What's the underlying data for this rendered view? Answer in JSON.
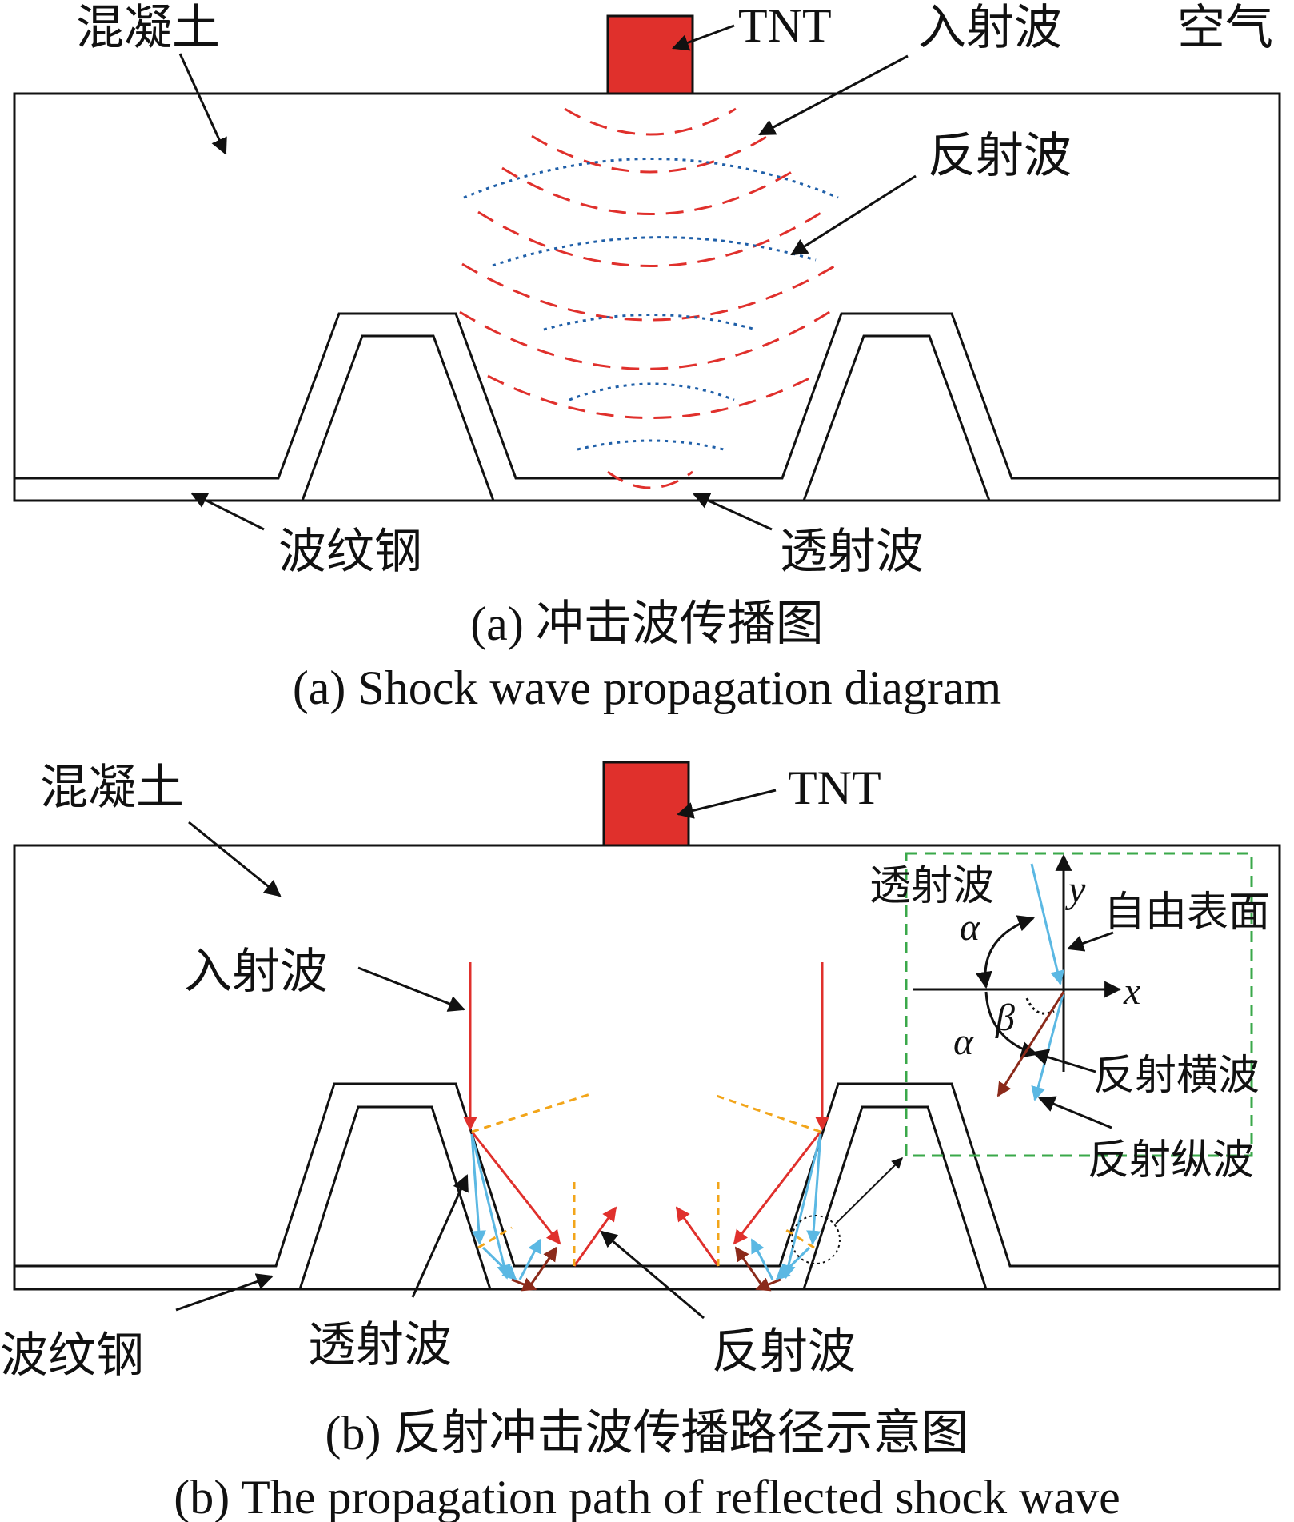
{
  "panel_a": {
    "labels": {
      "concrete": "混凝土",
      "tnt": "TNT",
      "incident_wave": "入射波",
      "air": "空气",
      "reflected_wave": "反射波",
      "corrugated_steel": "波纹钢",
      "transmitted_wave": "透射波"
    },
    "caption_cn": "(a)  冲击波传播图",
    "caption_en": "(a)  Shock wave propagation diagram"
  },
  "panel_b": {
    "labels": {
      "concrete": "混凝土",
      "tnt": "TNT",
      "incident_wave": "入射波",
      "corrugated_steel": "波纹钢",
      "transmitted_wave": "透射波",
      "reflected_wave": "反射波"
    },
    "inset": {
      "transmitted_wave": "透射波",
      "free_surface": "自由表面",
      "axis_y": "y",
      "axis_x": "x",
      "alpha_top": "α",
      "alpha_bottom": "α",
      "beta": "β",
      "reflected_shear_wave": "反射横波",
      "reflected_longitudinal_wave": "反射纵波"
    },
    "caption_cn": "(b)  反射冲击波传播路径示意图",
    "caption_en": "(b)  The propagation path of reflected shock wave"
  },
  "colors": {
    "tnt": "#e0302c",
    "incident": "#e0302c",
    "reflected": "#1f5fa8",
    "transmitted_light": "#5bb8e3",
    "reflected_dark": "#8b2a1a",
    "normal_line": "#f2a51a",
    "inset_box": "#3aa84a"
  }
}
